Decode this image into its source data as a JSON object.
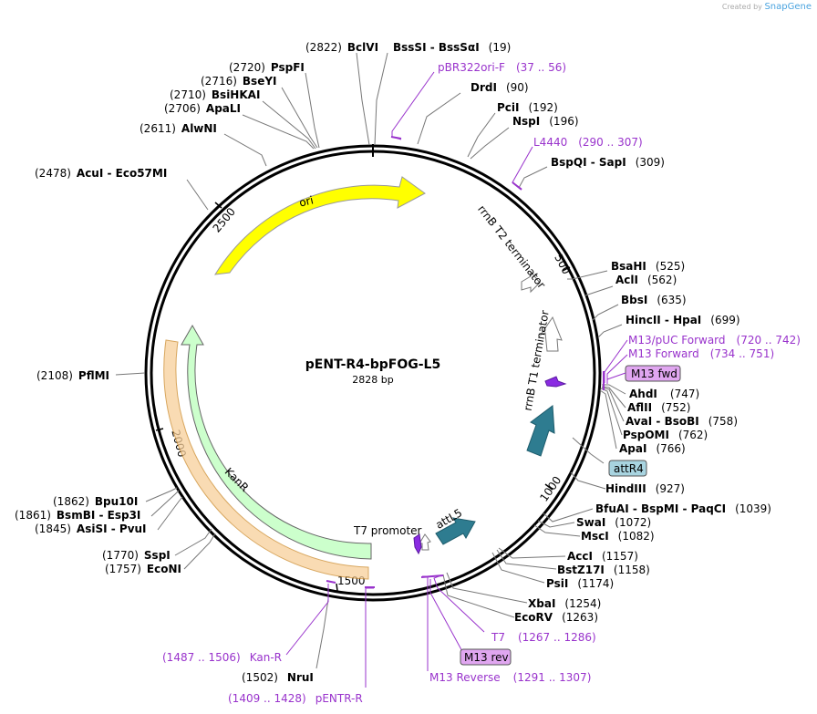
{
  "watermark": {
    "prefix": "Created by",
    "brand": "SnapGene"
  },
  "plasmid": {
    "name": "pENT-R4-bpFOG-L5",
    "length_label": "2828 bp"
  },
  "tick_labels": [
    "500",
    "1000",
    "1500",
    "2000",
    "2500"
  ],
  "features": [
    {
      "name": "ori",
      "color": "#ffff00"
    },
    {
      "name": "KanR",
      "color": "#ccffcc"
    },
    {
      "name": "rrnB T2 terminator",
      "color": "#ffffff"
    },
    {
      "name": "rrnB T1 terminator",
      "color": "#ffffff"
    },
    {
      "name": "attR4",
      "color": "#2e7c90"
    },
    {
      "name": "attL5",
      "color": "#2e7c90"
    },
    {
      "name": "T7 promoter",
      "color": "#ffffff"
    }
  ],
  "sites": [
    {
      "name": "BclVI",
      "pos": "(2822)"
    },
    {
      "name": "BssSI  -  BssSαI",
      "pos": "(19)"
    },
    {
      "name": "PspFI",
      "pos": "(2720)"
    },
    {
      "name": "BseYI",
      "pos": "(2716)"
    },
    {
      "name": "BsiHKAI",
      "pos": "(2710)"
    },
    {
      "name": "ApaLI",
      "pos": "(2706)"
    },
    {
      "name": "AlwNI",
      "pos": "(2611)"
    },
    {
      "name": "AcuI  -  Eco57MI",
      "pos": "(2478)"
    },
    {
      "name": "DrdI",
      "pos": "(90)"
    },
    {
      "name": "PciI",
      "pos": "(192)"
    },
    {
      "name": "NspI",
      "pos": "(196)"
    },
    {
      "name": "BspQI  -  SapI",
      "pos": "(309)"
    },
    {
      "name": "BsaHI",
      "pos": "(525)"
    },
    {
      "name": "AclI",
      "pos": "(562)"
    },
    {
      "name": "BbsI",
      "pos": "(635)"
    },
    {
      "name": "HincII  -  HpaI",
      "pos": "(699)"
    },
    {
      "name": "AhdI",
      "pos": "(747)"
    },
    {
      "name": "AflII",
      "pos": "(752)"
    },
    {
      "name": "AvaI  -  BsoBI",
      "pos": "(758)"
    },
    {
      "name": "PspOMI",
      "pos": "(762)"
    },
    {
      "name": "ApaI",
      "pos": "(766)"
    },
    {
      "name": "HindIII",
      "pos": "(927)"
    },
    {
      "name": "BfuAI  -  BspMI  -  PaqCI",
      "pos": "(1039)"
    },
    {
      "name": "SwaI",
      "pos": "(1072)"
    },
    {
      "name": "MscI",
      "pos": "(1082)"
    },
    {
      "name": "AccI",
      "pos": "(1157)"
    },
    {
      "name": "BstZ17I",
      "pos": "(1158)"
    },
    {
      "name": "PsiI",
      "pos": "(1174)"
    },
    {
      "name": "XbaI",
      "pos": "(1254)"
    },
    {
      "name": "EcoRV",
      "pos": "(1263)"
    },
    {
      "name": "PflMI",
      "pos": "(2108)"
    },
    {
      "name": "Bpu10I",
      "pos": "(1862)"
    },
    {
      "name": "BsmBI  -  Esp3I",
      "pos": "(1861)"
    },
    {
      "name": "AsiSI  -  PvuI",
      "pos": "(1845)"
    },
    {
      "name": "SspI",
      "pos": "(1770)"
    },
    {
      "name": "EcoNI",
      "pos": "(1757)"
    },
    {
      "name": "NruI",
      "pos": "(1502)"
    }
  ],
  "primers": [
    {
      "name": "pBR322ori-F",
      "range": "(37 .. 56)"
    },
    {
      "name": "L4440",
      "range": "(290 .. 307)"
    },
    {
      "name": "M13/pUC Forward",
      "range": "(720 .. 742)"
    },
    {
      "name": "M13 Forward",
      "range": "(734 .. 751)"
    },
    {
      "name": "T7",
      "range": "(1267 .. 1286)"
    },
    {
      "name": "M13 Reverse",
      "range": "(1291 .. 1307)"
    },
    {
      "name": "Kan-R",
      "range": "(1487 .. 1506)"
    },
    {
      "name": "pENTR-R",
      "range": "(1409 .. 1428)"
    }
  ],
  "boxed_labels": [
    {
      "name": "M13 fwd",
      "color": "#e0a6f0"
    },
    {
      "name": "attR4",
      "color": "#a8d4e0"
    },
    {
      "name": "M13 rev",
      "color": "#e0a6f0"
    }
  ]
}
